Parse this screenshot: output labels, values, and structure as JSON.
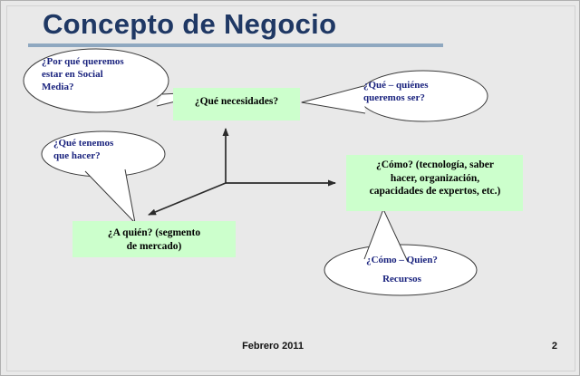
{
  "slide": {
    "title": "Concepto de Negocio",
    "background_color": "#E9E9E9",
    "title_color": "#1F3864",
    "rule_color": "#8FA8C0",
    "box_fill_color": "#CCFFCC",
    "bubble_text_color": "#1A237E",
    "box_text_color": "#000000"
  },
  "bubbles": {
    "why": {
      "line1": "¿Por qué queremos",
      "line2": "estar en  Social",
      "line3": "Media?"
    },
    "what_who": {
      "line1": "¿Qué – quiénes",
      "line2": "queremos ser?"
    },
    "what_to_do": {
      "line1": "¿Qué tenemos",
      "line2": "que hacer?"
    },
    "how_who": {
      "line1": "¿Cómo – Quien?",
      "line2": "Recursos"
    }
  },
  "boxes": {
    "needs": {
      "line1": "¿Qué necesidades?"
    },
    "segment": {
      "line1": "¿A quién? (segmento",
      "line2": "de mercado)"
    },
    "how": {
      "line1": "¿Cómo? (tecnología, saber",
      "line2": "hacer, organización,",
      "line3": "capacidades de expertos, etc.)"
    }
  },
  "arrows": {
    "up_label": "arrow-up-to-needs",
    "right_label": "arrow-right-to-how",
    "diagonal_label": "arrow-down-left-to-segment"
  },
  "footer": {
    "date": "Febrero 2011",
    "page_number": "2"
  }
}
